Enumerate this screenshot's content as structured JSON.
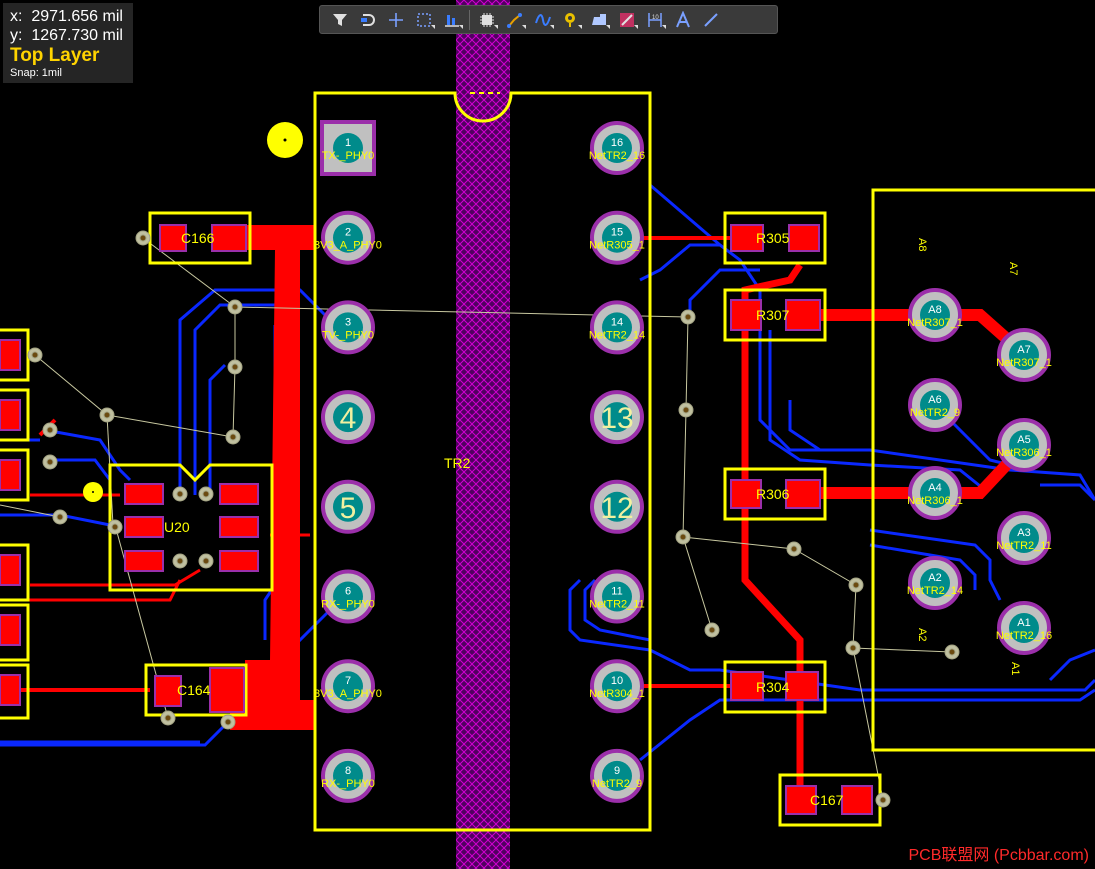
{
  "hud": {
    "x_label": "x:",
    "x_value": "2971.656 mil",
    "y_label": "y:",
    "y_value": "1267.730 mil",
    "layer": "Top Layer",
    "snap": "Snap: 1mil"
  },
  "toolbar": {
    "buttons": [
      {
        "name": "filter-icon"
      },
      {
        "name": "snap-icon"
      },
      {
        "name": "crosshair-icon"
      },
      {
        "name": "select-rect-icon"
      },
      {
        "name": "align-icon"
      },
      {
        "name": "component-icon"
      },
      {
        "name": "route-icon"
      },
      {
        "name": "diff-pair-icon"
      },
      {
        "name": "via-icon"
      },
      {
        "name": "polygon-icon"
      },
      {
        "name": "keepout-icon"
      },
      {
        "name": "dimension-icon"
      },
      {
        "name": "text-icon"
      },
      {
        "name": "line-icon"
      }
    ]
  },
  "components": {
    "tr2": "TR2",
    "u20": "U20",
    "c166": "C166",
    "c164": "C164",
    "c167": "C167",
    "r305": "R305",
    "r307": "R307",
    "r306": "R306",
    "r304": "R304",
    "a8": "A8",
    "a7": "A7",
    "a2": "A2",
    "a1": "A1"
  },
  "tr2_pins": [
    {
      "num": "1",
      "net": "TX-_PHY0"
    },
    {
      "num": "2",
      "net": "3V3_A_PHY0"
    },
    {
      "num": "3",
      "net": "TV-_PHY0"
    },
    {
      "num": "4",
      "net": ""
    },
    {
      "num": "5",
      "net": ""
    },
    {
      "num": "6",
      "net": "RX-_PHY0"
    },
    {
      "num": "7",
      "net": "3V3_A_PHY0"
    },
    {
      "num": "8",
      "net": "RX-_PHY0"
    },
    {
      "num": "9",
      "net": "NetTR2_9"
    },
    {
      "num": "10",
      "net": "NetR304_1"
    },
    {
      "num": "11",
      "net": "NetTR2_11"
    },
    {
      "num": "12",
      "net": ""
    },
    {
      "num": "13",
      "net": ""
    },
    {
      "num": "14",
      "net": "NetTR2_14"
    },
    {
      "num": "15",
      "net": "NetR305_1"
    },
    {
      "num": "16",
      "net": "NetTR2_16"
    }
  ],
  "conn_pins": [
    {
      "num": "A8",
      "net": "NetR307_1"
    },
    {
      "num": "A7",
      "net": "NetR307_1"
    },
    {
      "num": "A6",
      "net": "NetTR2_9"
    },
    {
      "num": "A5",
      "net": "NetR306_1"
    },
    {
      "num": "A4",
      "net": "NetR306_1"
    },
    {
      "num": "A3",
      "net": "NetTR2_11"
    },
    {
      "num": "A2",
      "net": "NetTR2_14"
    },
    {
      "num": "A1",
      "net": "NetTR2_16"
    }
  ],
  "watermark": "PCB联盟网 (Pcbbar.com)",
  "colors": {
    "copper_top": "#ff0000",
    "copper_bottom": "#0022ff",
    "silk": "#ffff00",
    "pad_ring": "#c0c0c0",
    "pad_hole": "#008b8b",
    "keepout": "#b000b0"
  }
}
